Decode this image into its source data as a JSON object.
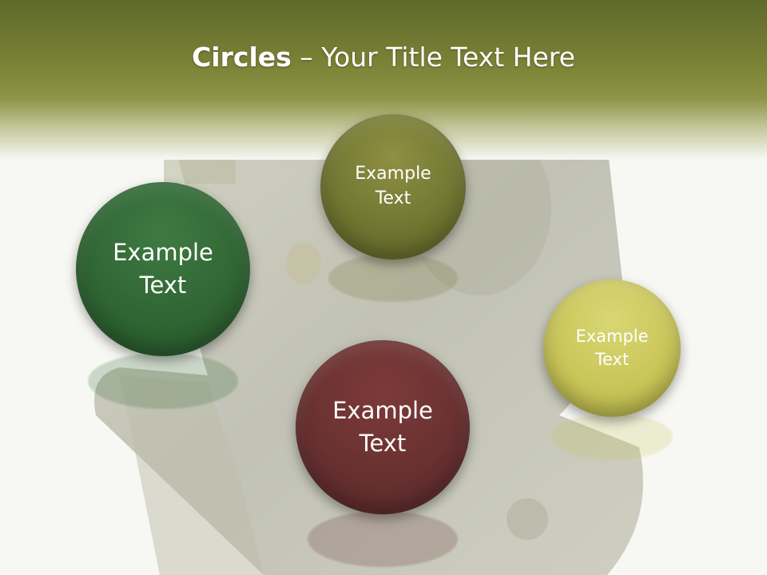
{
  "title": {
    "bold": "Circles",
    "rest": " – Your Title Text Here"
  },
  "circles": [
    {
      "text": "Example\nText",
      "color": "#6f7430"
    },
    {
      "text": "Example\nText",
      "color": "#2f6433"
    },
    {
      "text": "Example\nText",
      "color": "#c7c457"
    },
    {
      "text": "Example\nText",
      "color": "#673030"
    }
  ],
  "background_image": "diving-helmet-image"
}
